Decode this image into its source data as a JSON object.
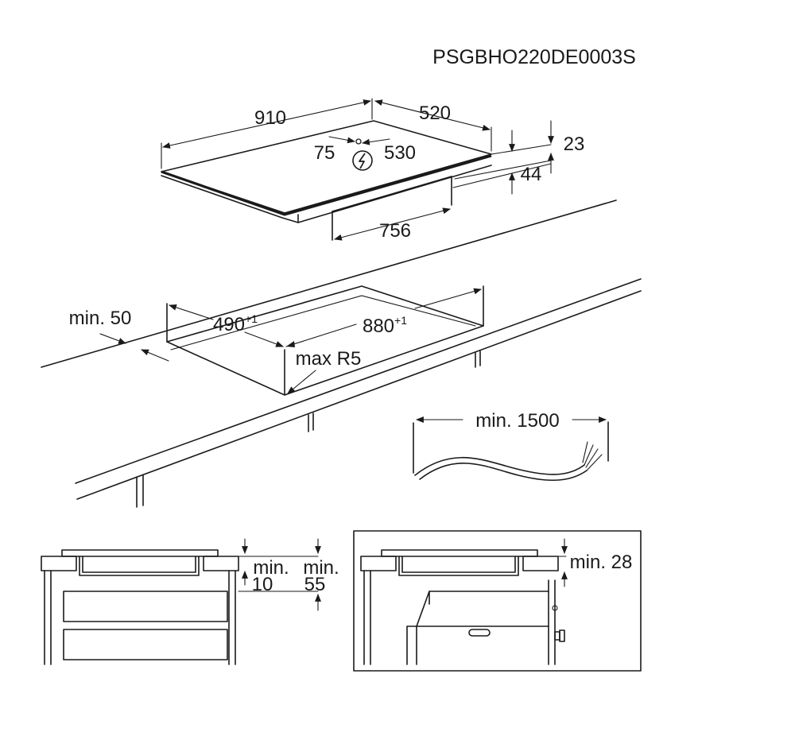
{
  "model_code": "PSGBHO220DE0003S",
  "hob": {
    "width": "910",
    "depth": "520",
    "cutout_offset": "75",
    "cutout_inner": "530",
    "height_top": "23",
    "height_bottom": "44",
    "box_width": "756",
    "power_symbol": "power-connection-icon"
  },
  "cutout": {
    "edge_min": "min. 50",
    "depth": "490",
    "depth_tol": "+1",
    "width": "880",
    "width_tol": "+1",
    "radius": "max R5"
  },
  "cable": {
    "length": "min. 1500"
  },
  "drawer_section": {
    "min_label_a": "min.",
    "min_value_a": "10",
    "min_label_b": "min.",
    "min_value_b": "55"
  },
  "oven_section": {
    "min_label": "min. 28"
  }
}
